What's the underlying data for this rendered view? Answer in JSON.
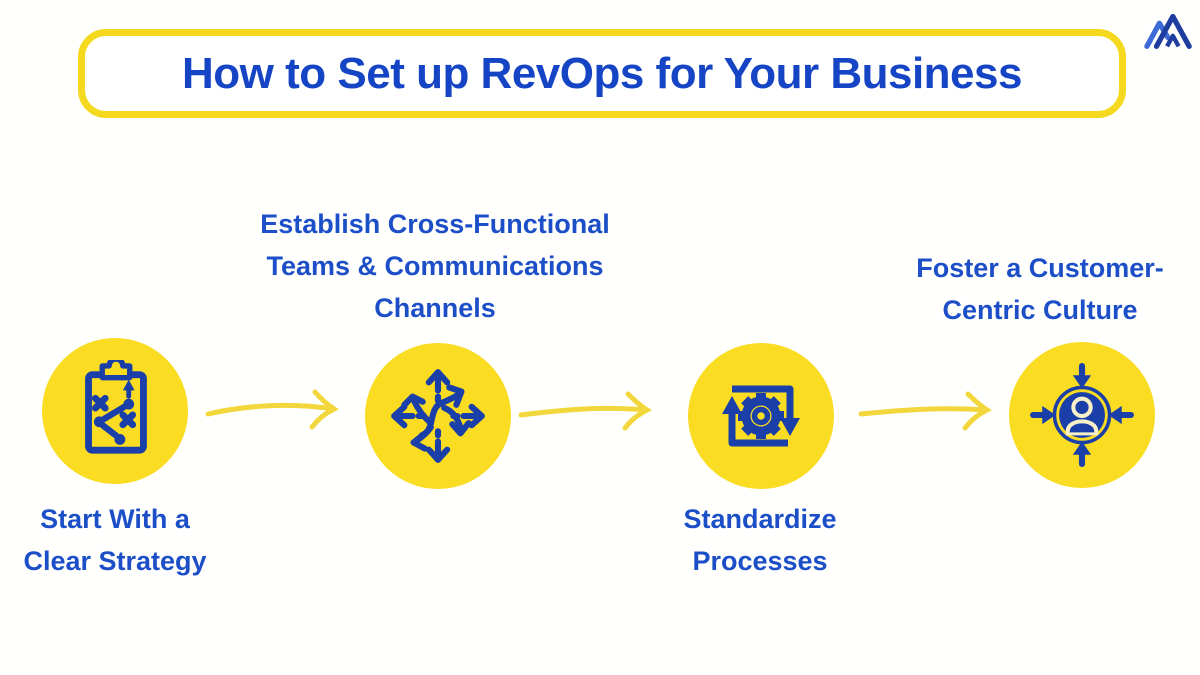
{
  "header": {
    "title": "How to Set up RevOps for Your Business"
  },
  "logo": {
    "name": "mountain-logo"
  },
  "colors": {
    "background": "#FFFFFF",
    "circle_yellow": "#FADC22",
    "title_border_yellow": "#F5D91E",
    "connector_arrow_yellow": "#F1D73B",
    "icon_blue": "#1B3FA8",
    "title_text_blue": "#1544C4",
    "label_text_blue": "#1C4FC7",
    "person_cream": "#F7F0C8"
  },
  "steps": [
    {
      "id": 1,
      "icon": "strategy-clipboard-icon",
      "label": "Start With a Clear Strategy",
      "lines": [
        "Start With a",
        "Clear Strategy"
      ],
      "label_position": "below"
    },
    {
      "id": 2,
      "icon": "cross-functional-arrows-icon",
      "label": "Establish Cross-Functional Teams & Communications Channels",
      "lines": [
        "Establish Cross-Functional",
        "Teams & Communications",
        "Channels"
      ],
      "label_position": "above"
    },
    {
      "id": 3,
      "icon": "process-cycle-gear-icon",
      "label": "Standardize Processes",
      "lines": [
        "Standardize",
        "Processes"
      ],
      "label_position": "below"
    },
    {
      "id": 4,
      "icon": "customer-centric-icon",
      "label": "Foster a Customer-Centric Culture",
      "lines": [
        "Foster a Customer-",
        "Centric Culture"
      ],
      "label_position": "above"
    }
  ]
}
